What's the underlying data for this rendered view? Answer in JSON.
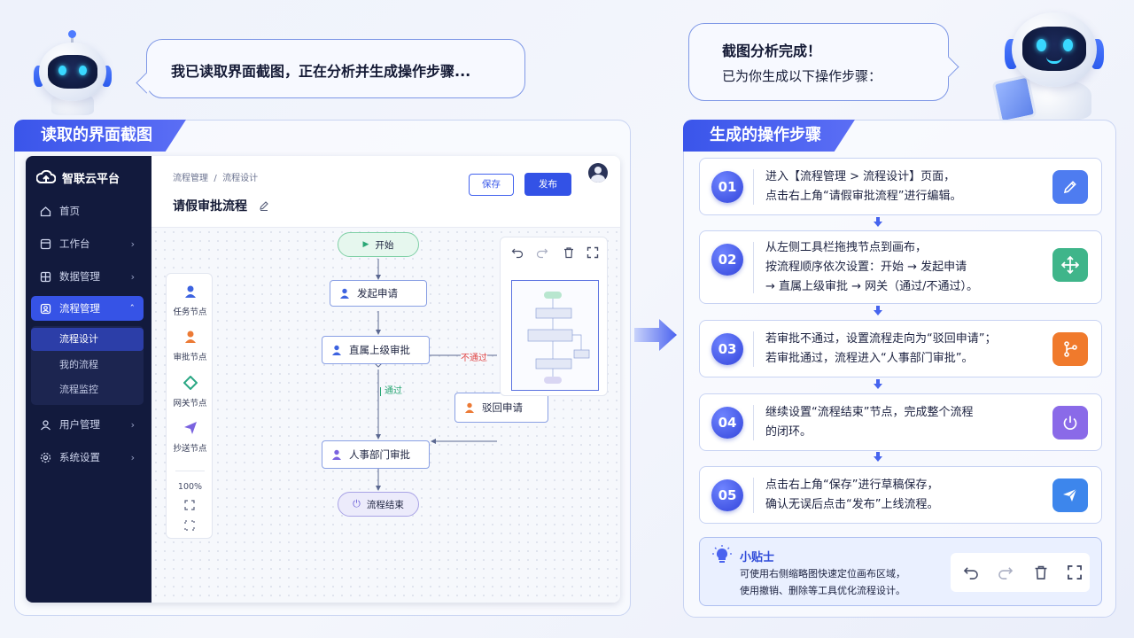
{
  "bubbles": {
    "left": "我已读取界面截图，正在分析并生成操作步骤...",
    "right_line1": "截图分析完成！",
    "right_line2": "已为你生成以下操作步骤："
  },
  "left_panel": {
    "tag": "读取的界面截图"
  },
  "right_panel": {
    "tag": "生成的操作步骤"
  },
  "app": {
    "brand": "智联云平台",
    "sidebar": [
      {
        "label": "首页",
        "icon": "home-icon",
        "chevron": false
      },
      {
        "label": "工作台",
        "icon": "workbench-icon",
        "chevron": true
      },
      {
        "label": "数据管理",
        "icon": "database-icon",
        "chevron": true
      },
      {
        "label": "流程管理",
        "icon": "process-icon",
        "chevron": true,
        "active": true
      },
      {
        "label": "用户管理",
        "icon": "user-icon",
        "chevron": true
      },
      {
        "label": "系统设置",
        "icon": "gear-icon",
        "chevron": true
      }
    ],
    "submenu": [
      "流程设计",
      "我的流程",
      "流程监控"
    ],
    "breadcrumb": "流程管理  /  流程设计",
    "title": "请假审批流程",
    "save": "保存",
    "publish": "发布",
    "tools": [
      "任务节点",
      "审批节点",
      "网关节点",
      "抄送节点"
    ],
    "zoom": "100%",
    "nodes": {
      "start": "开始",
      "apply": "发起申请",
      "leader": "直属上级审批",
      "reject": "驳回申请",
      "hr": "人事部门审批",
      "end": "流程结束"
    },
    "edges": {
      "fail": "不通过",
      "pass": "通过"
    }
  },
  "steps": [
    {
      "num": "01",
      "lines": [
        "进入【流程管理 > 流程设计】页面，",
        "点击右上角“请假审批流程”进行编辑。"
      ],
      "icon": "edit-icon",
      "color": "#4e7cf0"
    },
    {
      "num": "02",
      "lines": [
        "从左侧工具栏拖拽节点到画布，",
        "按流程顺序依次设置：开始 → 发起申请",
        "→ 直属上级审批 → 网关（通过/不通过）。"
      ],
      "icon": "move-icon",
      "color": "#3fb58a"
    },
    {
      "num": "03",
      "lines": [
        "若审批不通过，设置流程走向为“驳回申请”；",
        "若审批通过，流程进入“人事部门审批”。"
      ],
      "icon": "branch-icon",
      "color": "#f07a2c"
    },
    {
      "num": "04",
      "lines": [
        "继续设置“流程结束”节点，完成整个流程",
        "的闭环。"
      ],
      "icon": "power-icon",
      "color": "#8a6ae8"
    },
    {
      "num": "05",
      "lines": [
        "点击右上角“保存”进行草稿保存，",
        "确认无误后点击“发布”上线流程。"
      ],
      "icon": "send-icon",
      "color": "#3d86ec"
    }
  ],
  "tips": {
    "title": "小贴士",
    "line1": "可使用右侧缩略图快速定位画布区域，",
    "line2": "使用撤销、删除等工具优化流程设计。"
  }
}
